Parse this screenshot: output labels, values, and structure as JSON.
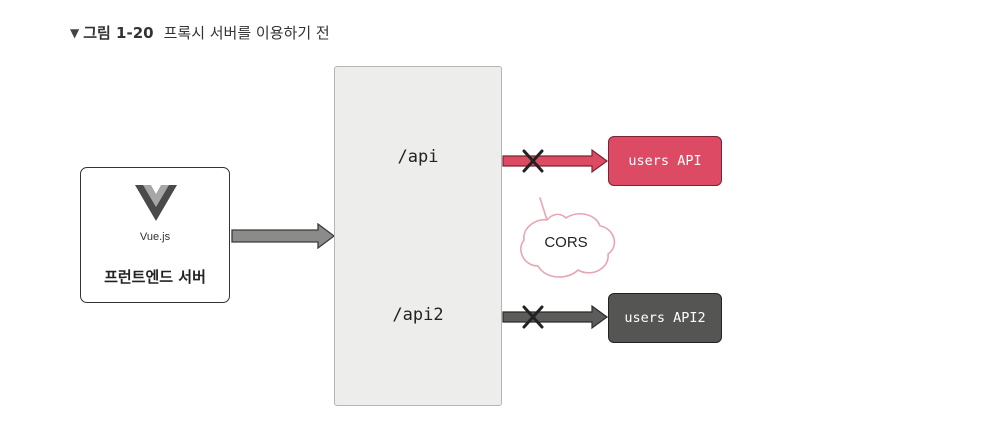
{
  "caption": {
    "marker": "▼",
    "figure_number": "그림 1-20",
    "title": "프록시 서버를 이용하기 전"
  },
  "frontend": {
    "logo_icon": "vue-logo-icon",
    "logo_label": "Vue.js",
    "label": "프런트엔드 서버"
  },
  "proxy": {
    "routes": [
      "/api",
      "/api2"
    ]
  },
  "apis": {
    "users": "users API",
    "users2": "users API2"
  },
  "cors_bubble": "CORS",
  "colors": {
    "users_api": "#dc4a63",
    "users_api2": "#555654",
    "proxy_fill": "#ededec",
    "blocked_x": "#222222"
  },
  "icons": {
    "blocked": "blocked-x-icon"
  }
}
